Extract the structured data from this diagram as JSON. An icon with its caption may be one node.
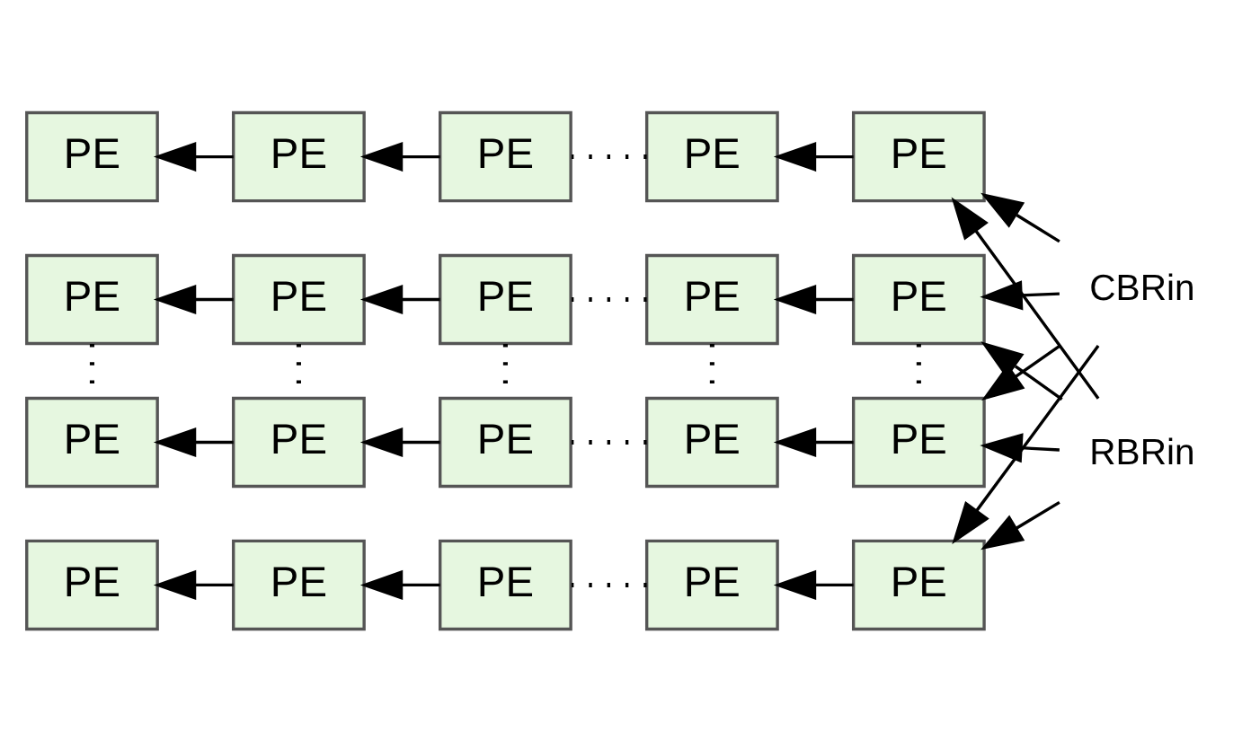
{
  "diagram": {
    "nodes": [
      {
        "text": [
          "PE"
        ]
      },
      {
        "text": [
          "PE"
        ]
      },
      {
        "text": [
          "PE"
        ]
      },
      {
        "text": [
          "PE"
        ]
      },
      {
        "text": [
          "PE"
        ]
      },
      {
        "text": [
          "PE"
        ]
      },
      {
        "text": [
          "PE"
        ]
      },
      {
        "text": [
          "PE"
        ]
      },
      {
        "text": [
          "PE"
        ]
      },
      {
        "text": [
          "PE"
        ]
      },
      {
        "text": [
          "PE"
        ]
      },
      {
        "text": [
          "PE"
        ]
      },
      {
        "text": [
          "PE"
        ]
      },
      {
        "text": [
          "PE"
        ]
      },
      {
        "text": [
          "PE"
        ]
      },
      {
        "text": [
          "PE"
        ]
      },
      {
        "text": [
          "PE"
        ]
      },
      {
        "text": [
          "PE"
        ]
      },
      {
        "text": [
          "PE"
        ]
      },
      {
        "text": [
          "PE"
        ]
      },
      {
        "text": [
          "CBRin"
        ]
      },
      {
        "text": [
          "RBRin"
        ]
      }
    ],
    "edges": [
      {
        "from": 1,
        "to": 0,
        "arrow": "to"
      },
      {
        "from": 2,
        "to": 1,
        "arrow": "to"
      },
      {
        "from": 3,
        "to": 2,
        "arrow": "none",
        "style": "dashed"
      },
      {
        "from": 4,
        "to": 3,
        "arrow": "to"
      },
      {
        "from": 6,
        "to": 5,
        "arrow": "to"
      },
      {
        "from": 7,
        "to": 6,
        "arrow": "to"
      },
      {
        "from": 8,
        "to": 7,
        "arrow": "none",
        "style": "dashed"
      },
      {
        "from": 9,
        "to": 8,
        "arrow": "to"
      },
      {
        "from": 11,
        "to": 10,
        "arrow": "to"
      },
      {
        "from": 12,
        "to": 11,
        "arrow": "to"
      },
      {
        "from": 13,
        "to": 12,
        "arrow": "none",
        "style": "dashed"
      },
      {
        "from": 14,
        "to": 13,
        "arrow": "to"
      },
      {
        "from": 16,
        "to": 15,
        "arrow": "to"
      },
      {
        "from": 17,
        "to": 16,
        "arrow": "to"
      },
      {
        "from": 18,
        "to": 17,
        "arrow": "none",
        "style": "dashed"
      },
      {
        "from": 19,
        "to": 18,
        "arrow": "to"
      },
      {
        "from": 5,
        "to": 10,
        "arrow": "none",
        "style": "dashed"
      },
      {
        "from": 6,
        "to": 11,
        "arrow": "none",
        "style": "dashed"
      },
      {
        "from": 7,
        "to": 12,
        "arrow": "none",
        "style": "dashed"
      },
      {
        "from": 8,
        "to": 13,
        "arrow": "none",
        "style": "dashed"
      },
      {
        "from": 9,
        "to": 14,
        "arrow": "none",
        "style": "dashed"
      },
      {
        "from": 20,
        "to": 4,
        "arrow": "to"
      },
      {
        "from": 21,
        "to": 4,
        "arrow": "to"
      },
      {
        "from": 20,
        "to": 9,
        "arrow": "to"
      },
      {
        "from": 21,
        "to": 9,
        "arrow": "to"
      },
      {
        "from": 20,
        "to": 14,
        "arrow": "to"
      },
      {
        "from": 21,
        "to": 14,
        "arrow": "to"
      },
      {
        "from": 20,
        "to": 19,
        "arrow": "to"
      },
      {
        "from": 21,
        "to": 19,
        "arrow": "to"
      }
    ]
  }
}
